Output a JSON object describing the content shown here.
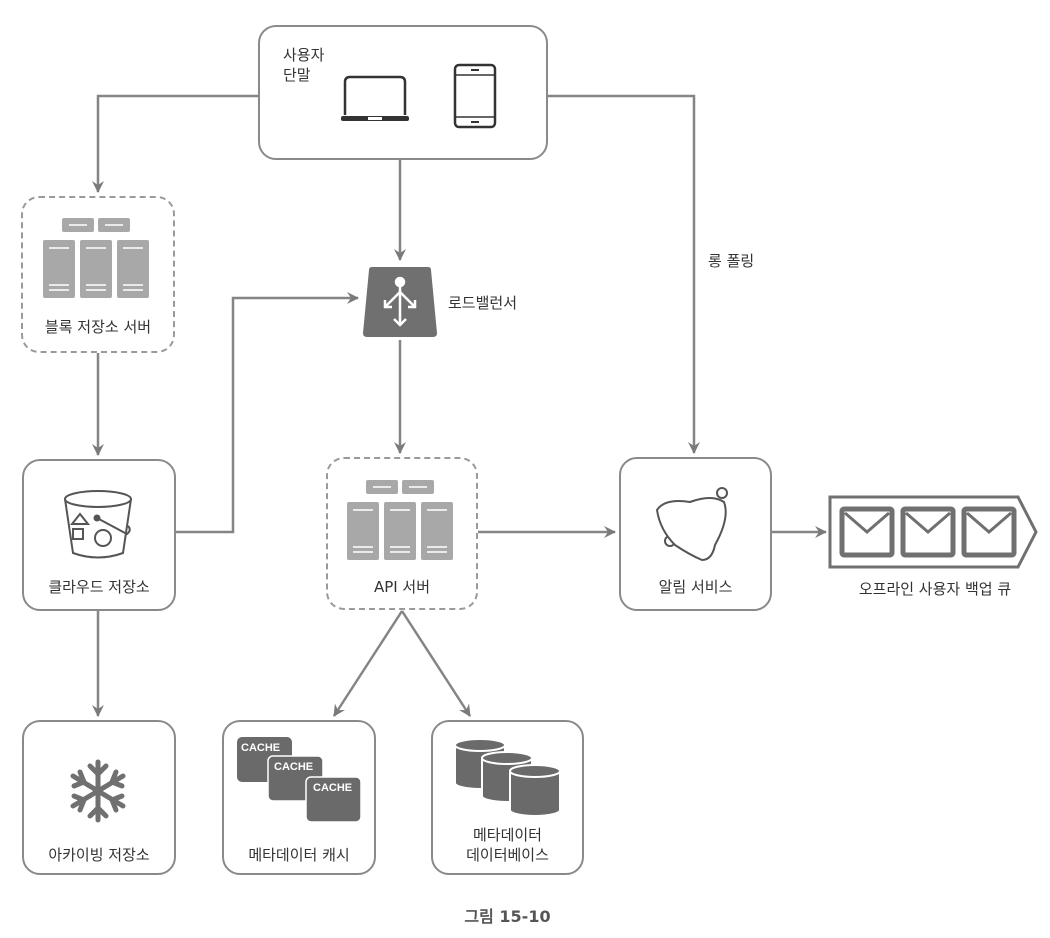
{
  "figure": {
    "caption": "그림 15-10"
  },
  "nodes": {
    "user_device": {
      "label_line1": "사용자",
      "label_line2": "단말",
      "icons": [
        "laptop-icon",
        "smartphone-icon"
      ]
    },
    "block_server": {
      "label": "블록 저장소 서버",
      "icon": "server-cluster-icon",
      "style": "dashed"
    },
    "load_balancer": {
      "label": "로드밸런서",
      "icon": "load-balancer-icon"
    },
    "cloud_storage": {
      "label": "클라우드 저장소",
      "icon": "bucket-icon"
    },
    "api_server": {
      "label": "API 서버",
      "icon": "server-cluster-icon",
      "style": "dashed"
    },
    "notification_service": {
      "label": "알림 서비스",
      "icon": "bell-icon"
    },
    "offline_queue": {
      "label": "오프라인 사용자 백업 큐",
      "icon": "message-queue-icon",
      "items": 3
    },
    "archive_storage": {
      "label": "아카이빙 저장소",
      "icon": "snowflake-icon"
    },
    "metadata_cache": {
      "label": "메타데이터 캐시",
      "icon": "cache-icon",
      "cache_labels": [
        "CACHE",
        "CACHE",
        "CACHE"
      ]
    },
    "metadata_db": {
      "label_line1": "메타데이터",
      "label_line2": "데이터베이스",
      "icon": "database-icon"
    }
  },
  "edges": {
    "long_polling_label": "롱 폴링",
    "list": [
      {
        "from": "user_device",
        "to": "block_server"
      },
      {
        "from": "user_device",
        "to": "load_balancer"
      },
      {
        "from": "user_device",
        "to": "notification_service",
        "label": "롱 폴링"
      },
      {
        "from": "block_server",
        "to": "cloud_storage"
      },
      {
        "from": "cloud_storage",
        "to": "load_balancer"
      },
      {
        "from": "cloud_storage",
        "to": "archive_storage"
      },
      {
        "from": "load_balancer",
        "to": "api_server"
      },
      {
        "from": "api_server",
        "to": "notification_service"
      },
      {
        "from": "api_server",
        "to": "metadata_cache"
      },
      {
        "from": "api_server",
        "to": "metadata_db"
      },
      {
        "from": "notification_service",
        "to": "offline_queue"
      }
    ]
  },
  "colors": {
    "line": "#808080",
    "box_border": "#8a8a8a",
    "icon_fill": "#6e6e6e",
    "icon_light": "#9a9a9a",
    "text": "#333333"
  }
}
